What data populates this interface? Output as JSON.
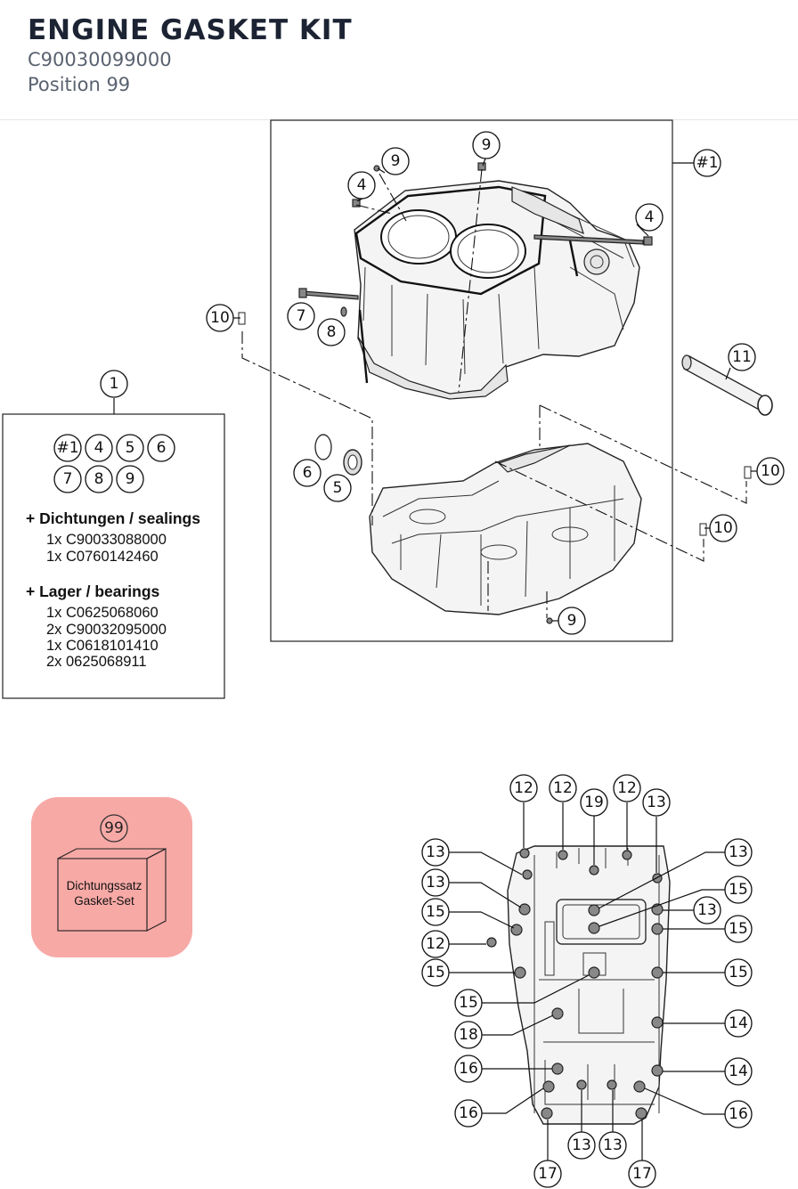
{
  "header": {
    "title": "ENGINE GASKET KIT",
    "part_number": "C90030099000",
    "position": "Position 99"
  },
  "kit_box": {
    "callout": "1",
    "refs_row1": [
      "#1",
      "4",
      "5",
      "6"
    ],
    "refs_row2": [
      "7",
      "8",
      "9"
    ],
    "sealings_heading": "+ Dichtungen / sealings",
    "sealings": [
      "1x C90033088000",
      "1x C0760142460"
    ],
    "bearings_heading": "+ Lager / bearings",
    "bearings": [
      "1x C0625068060",
      "2x C90032095000",
      "1x C0618101410",
      "2x 0625068911"
    ]
  },
  "gasket_set": {
    "callout": "99",
    "label_de": "Dichtungssatz",
    "label_en": "Gasket-Set",
    "badge_color": "#f7a9a6"
  },
  "crankcase_callouts": {
    "frame": "#1",
    "c9a": "9",
    "c9b": "9",
    "c9c": "9",
    "c4a": "4",
    "c4b": "4",
    "c7": "7",
    "c8": "8",
    "c10a": "10",
    "c10b": "10",
    "c10c": "10",
    "c11": "11",
    "c6": "6",
    "c5": "5"
  },
  "bottom_callouts": {
    "t12a": "12",
    "t12b": "12",
    "t19": "19",
    "t12c": "12",
    "t13a": "13",
    "l13a": "13",
    "l13b": "13",
    "l15a": "15",
    "l12": "12",
    "l15b": "15",
    "l15c": "15",
    "l18": "18",
    "l16a": "16",
    "l16b": "16",
    "r13a": "13",
    "r15a": "15",
    "r13b": "13",
    "r15b": "15",
    "r15c": "15",
    "r14a": "14",
    "r14b": "14",
    "r16": "16",
    "b13a": "13",
    "b13b": "13",
    "b17a": "17",
    "b17b": "17"
  }
}
